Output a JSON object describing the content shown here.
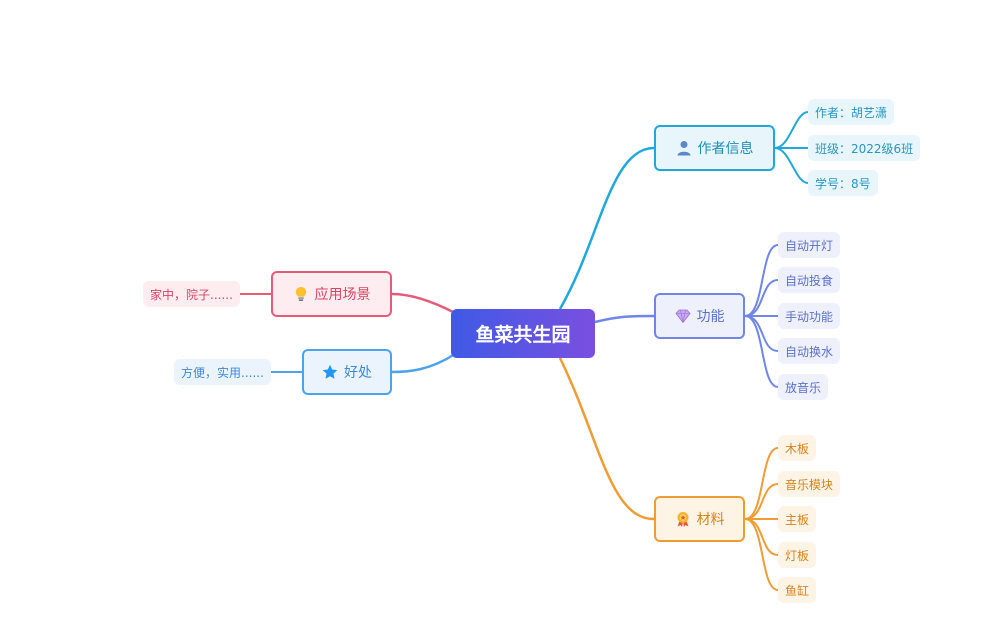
{
  "root": {
    "label": "鱼菜共生园"
  },
  "branches": {
    "author": {
      "label": "作者信息",
      "icon": "person-icon",
      "color": "#1fa8d9",
      "leaves": [
        "作者：胡艺潇",
        "班级：2022级6班",
        "学号：8号"
      ]
    },
    "func": {
      "label": "功能",
      "icon": "diamond-icon",
      "color": "#6f86e6",
      "leaves": [
        "自动开灯",
        "自动投食",
        "手动功能",
        "自动换水",
        "放音乐"
      ]
    },
    "mat": {
      "label": "材料",
      "icon": "medal-icon",
      "color": "#ee9d35",
      "leaves": [
        "木板",
        "音乐模块",
        "主板",
        "灯板",
        "鱼缸"
      ]
    },
    "scene": {
      "label": "应用场景",
      "icon": "lightbulb-icon",
      "color": "#e65c78",
      "leaves": [
        "家中，院子......"
      ]
    },
    "good": {
      "label": "好处",
      "icon": "star-icon",
      "color": "#4ea2ea",
      "leaves": [
        "方便，实用......"
      ]
    }
  }
}
